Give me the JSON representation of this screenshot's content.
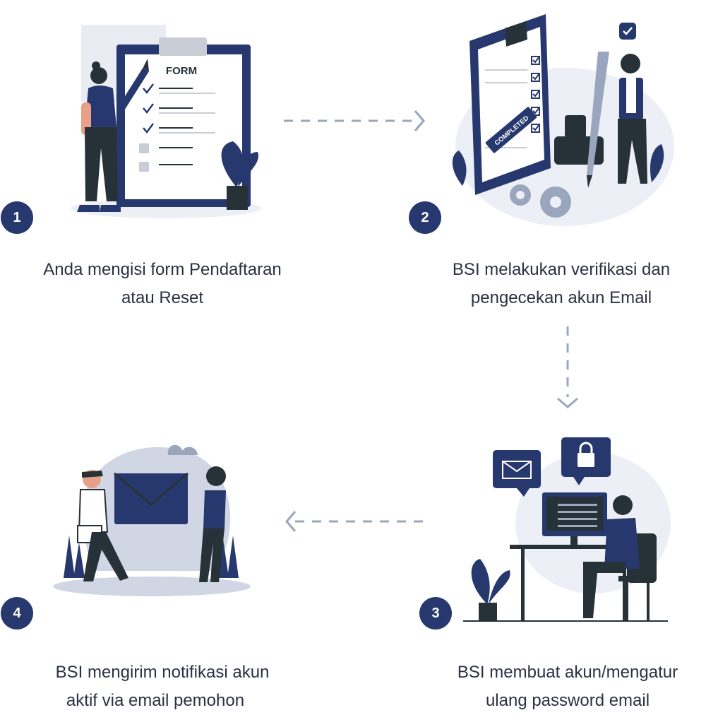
{
  "steps": [
    {
      "number": "1",
      "line1": "Anda mengisi form Pendaftaran",
      "line2": "atau Reset",
      "form_label": "FORM"
    },
    {
      "number": "2",
      "line1": "BSI melakukan verifikasi dan",
      "line2": "pengecekan akun Email",
      "stamp_label": "COMPLETED"
    },
    {
      "number": "3",
      "line1": "BSI membuat akun/mengatur",
      "line2": "ulang password email"
    },
    {
      "number": "4",
      "line1": "BSI mengirim notifikasi akun",
      "line2": "aktif via email pemohon"
    }
  ],
  "colors": {
    "navy": "#27386e",
    "blob": "#eceff5",
    "dash": "#9aa6bd",
    "dark": "#263238"
  }
}
